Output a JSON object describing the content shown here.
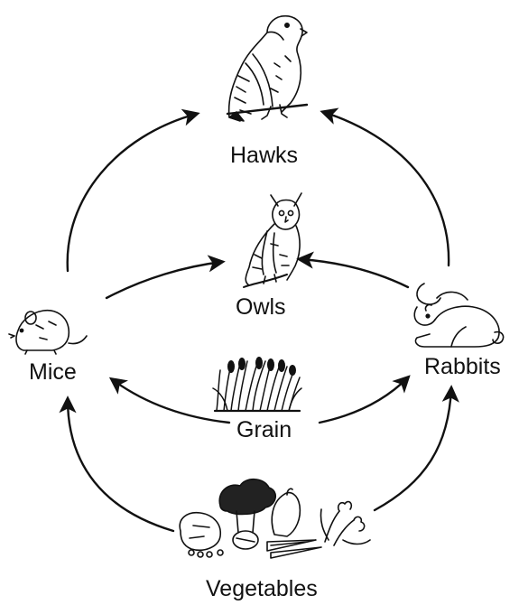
{
  "diagram": {
    "nodes": {
      "hawks": {
        "label": "Hawks",
        "icon": "hawk-icon"
      },
      "owls": {
        "label": "Owls",
        "icon": "owl-icon"
      },
      "mice": {
        "label": "Mice",
        "icon": "mouse-icon"
      },
      "rabbits": {
        "label": "Rabbits",
        "icon": "rabbit-icon"
      },
      "grain": {
        "label": "Grain",
        "icon": "grain-icon"
      },
      "vegetables": {
        "label": "Vegetables",
        "icon": "vegetables-icon"
      }
    },
    "edges": [
      {
        "from": "mice",
        "to": "hawks"
      },
      {
        "from": "rabbits",
        "to": "hawks"
      },
      {
        "from": "mice",
        "to": "owls"
      },
      {
        "from": "rabbits",
        "to": "owls"
      },
      {
        "from": "grain",
        "to": "mice"
      },
      {
        "from": "grain",
        "to": "rabbits"
      },
      {
        "from": "vegetables",
        "to": "mice"
      },
      {
        "from": "vegetables",
        "to": "rabbits"
      }
    ],
    "line_color": "#111111"
  }
}
